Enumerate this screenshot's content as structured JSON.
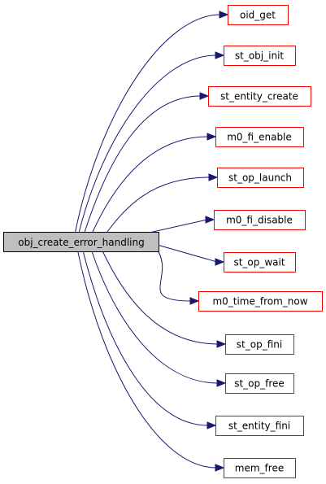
{
  "graph": {
    "root": {
      "label": "obj_create_error_handling"
    },
    "callees": [
      {
        "label": "oid_get"
      },
      {
        "label": "st_obj_init"
      },
      {
        "label": "st_entity_create"
      },
      {
        "label": "m0_fi_enable"
      },
      {
        "label": "st_op_launch"
      },
      {
        "label": "m0_fi_disable"
      },
      {
        "label": "st_op_wait"
      },
      {
        "label": "m0_time_from_now"
      },
      {
        "label": "st_op_fini"
      },
      {
        "label": "st_op_free"
      },
      {
        "label": "st_entity_fini"
      },
      {
        "label": "mem_free"
      }
    ],
    "colors": {
      "edge": "#191970",
      "callee_border": "#ff0000",
      "root_fill": "#bfbfbf",
      "root_border": "#000000"
    }
  }
}
